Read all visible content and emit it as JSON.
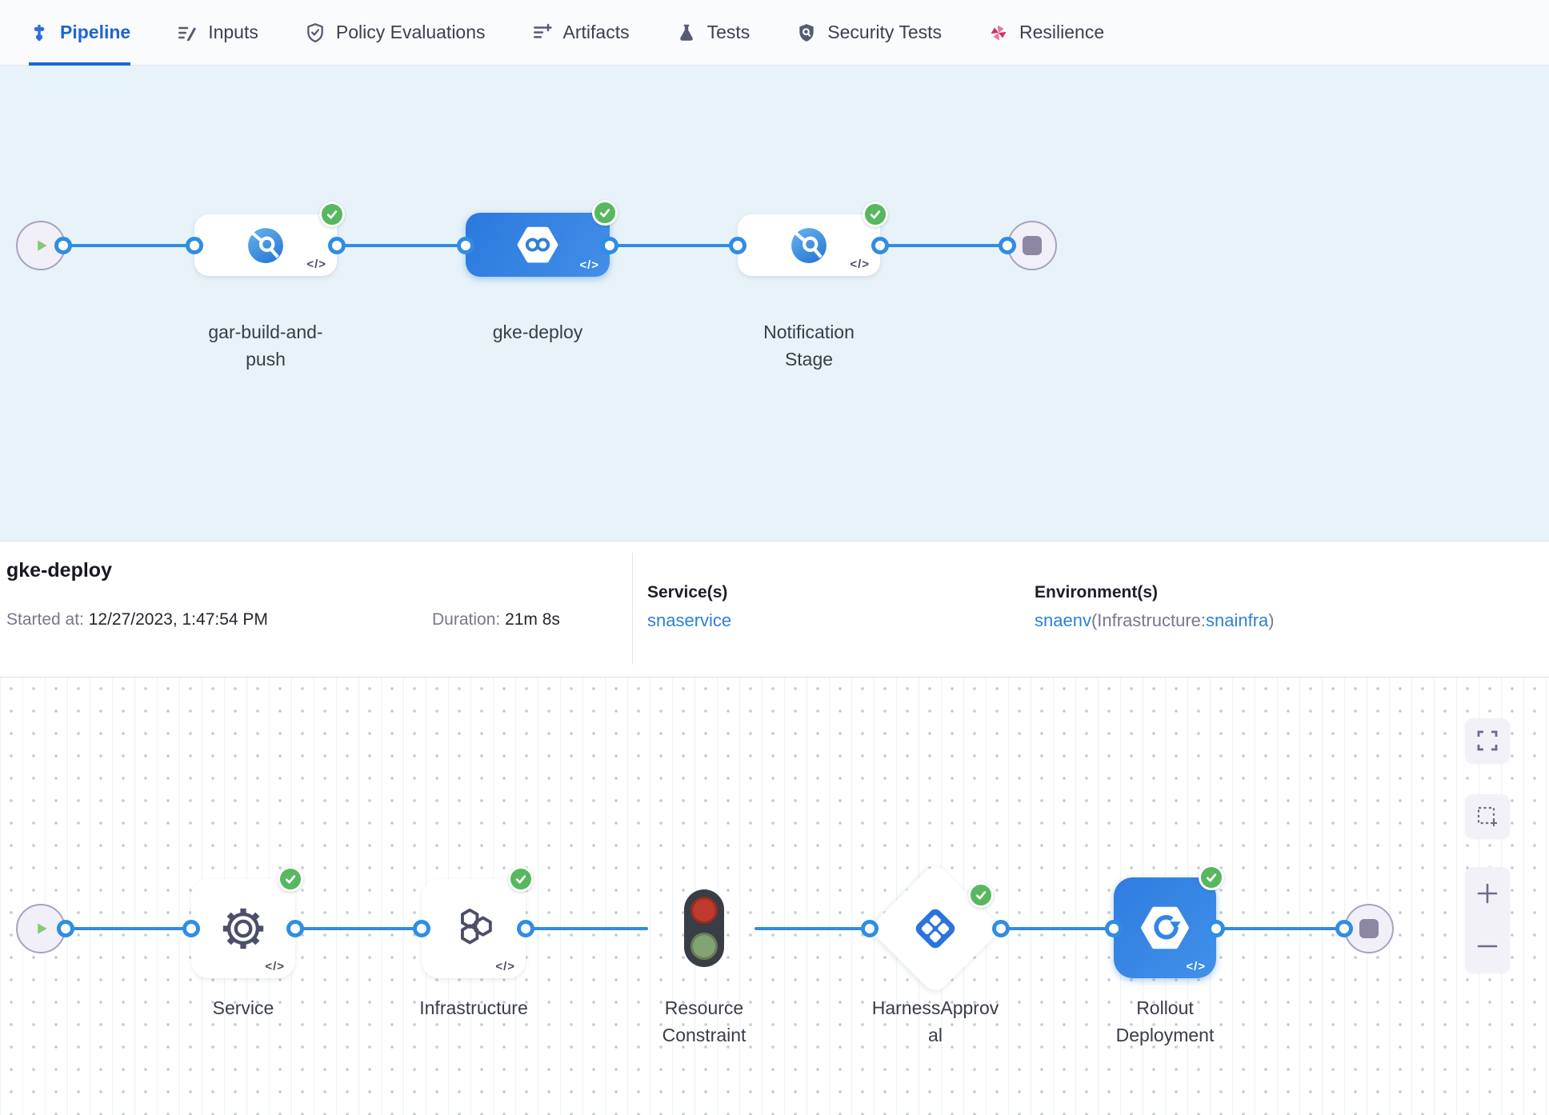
{
  "tabs": {
    "items": [
      {
        "label": "Pipeline",
        "active": true
      },
      {
        "label": "Inputs"
      },
      {
        "label": "Policy Evaluations"
      },
      {
        "label": "Artifacts"
      },
      {
        "label": "Tests"
      },
      {
        "label": "Security Tests"
      },
      {
        "label": "Resilience"
      }
    ]
  },
  "stage_pipeline": {
    "code_glyph": "</>",
    "stages": [
      {
        "name": "gar-build-and-push",
        "status": "success"
      },
      {
        "name": "gke-deploy",
        "status": "success",
        "selected": true
      },
      {
        "name": "Notification Stage",
        "status": "success"
      }
    ]
  },
  "details": {
    "title": "gke-deploy",
    "started_label": "Started at:",
    "started_value": "12/27/2023, 1:47:54 PM",
    "duration_label": "Duration:",
    "duration_value": "21m 8s",
    "services_label": "Service(s)",
    "service_name": "snaservice",
    "environments_label": "Environment(s)",
    "environment_name": "snaenv",
    "environment_infra_open": "(Infrastructure:",
    "environment_infra_name": "snainfra",
    "environment_infra_close": ")"
  },
  "execution": {
    "code_glyph": "</>",
    "steps": [
      {
        "name": "Service",
        "status": "success"
      },
      {
        "name": "Infrastructure",
        "status": "success"
      },
      {
        "name": "Resource Constraint"
      },
      {
        "name": "HarnessApproval",
        "status": "success"
      },
      {
        "name": "Rollout Deployment",
        "status": "success"
      }
    ]
  },
  "colors": {
    "accent_blue": "#2f8de4",
    "selected_stage_blue": "#2e7de0",
    "success_green": "#57b85f",
    "link_blue": "#2e7fd4",
    "tab_active_blue": "#2065cf",
    "resilience_pink": "#d6336c",
    "canvas_blue_bg": "#e7f3f8"
  }
}
